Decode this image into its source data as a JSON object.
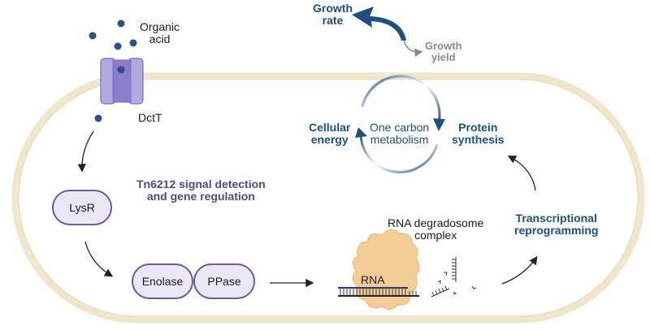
{
  "colors": {
    "membrane": "#efe6cc",
    "transporter": "#a99bd8",
    "transporter_dark": "#7d6cc0",
    "molecule": "#2d4f8a",
    "accent_blue": "#1e4f7f",
    "accent_purple": "#55487e",
    "protein_fill": "#f4cd96",
    "pill_fill": "#ece7f6",
    "pill_border": "#6c5b95"
  },
  "labels": {
    "organic_acid": [
      "Organic",
      "acid"
    ],
    "transporter": "DctT",
    "growth_rate": [
      "Growth",
      "rate"
    ],
    "growth_yield": [
      "Growth",
      "yield"
    ],
    "cellular_energy": [
      "Cellular",
      "energy"
    ],
    "one_carbon": [
      "One carbon",
      "metabolism"
    ],
    "protein_synthesis": [
      "Protein",
      "synthesis"
    ],
    "tn6212": [
      "Tn6212 signal detection",
      "and gene regulation"
    ],
    "rna_degradosome": [
      "RNA degradosome",
      "complex"
    ],
    "rna": "RNA",
    "transcriptional": [
      "Transcriptional",
      "reprogramming"
    ]
  },
  "nodes": {
    "lysr": "LysR",
    "enolase": "Enolase",
    "ppase": "PPase"
  }
}
